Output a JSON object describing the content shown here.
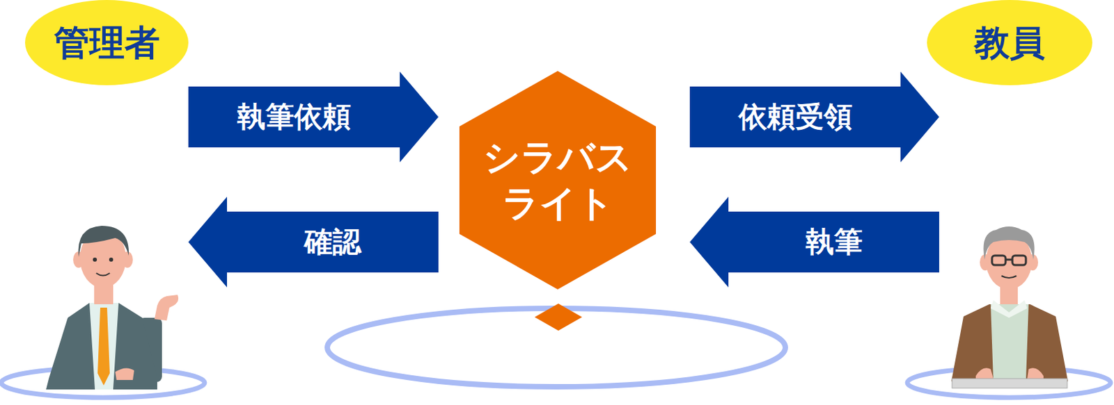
{
  "diagram": {
    "nodes": [
      {
        "text": [
          "管理者"
        ]
      },
      {
        "text": [
          "シラバス ライト"
        ]
      },
      {
        "text": [
          "教員"
        ]
      }
    ],
    "edges": [
      {
        "from": 0,
        "to": 1,
        "arrow": "to",
        "label": "執筆依頼"
      },
      {
        "from": 1,
        "to": 0,
        "arrow": "to",
        "label": "確認"
      },
      {
        "from": 1,
        "to": 2,
        "arrow": "to",
        "label": "依頼受領"
      },
      {
        "from": 2,
        "to": 1,
        "arrow": "to",
        "label": "執筆"
      }
    ]
  }
}
